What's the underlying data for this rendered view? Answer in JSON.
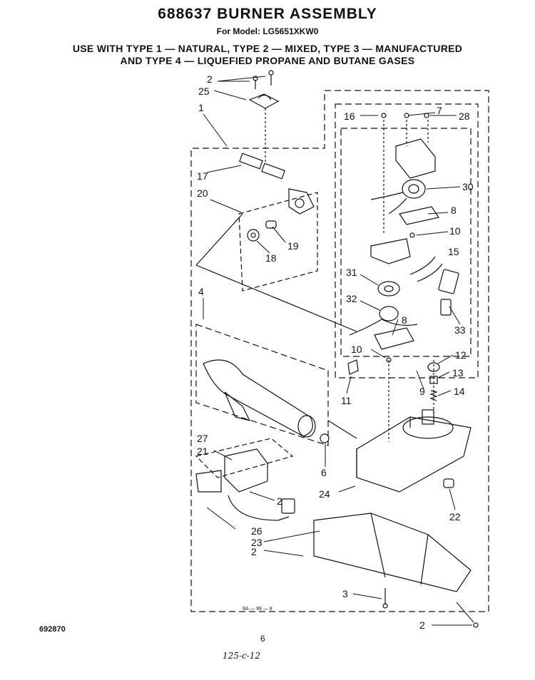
{
  "header": {
    "title": "688637 BURNER ASSEMBLY",
    "model": "For Model: LG5651XKW0",
    "line1": "USE WITH TYPE 1 — NATURAL, TYPE 2 — MIXED, TYPE 3 — MANUFACTURED",
    "line2": "AND TYPE 4 — LIQUEFIED PROPANE AND BUTANE GASES"
  },
  "footer": {
    "code": "692870",
    "page": "6",
    "handwritten": "125-c-12",
    "drawing_ref": "8A — 99 — 8"
  },
  "callouts": {
    "c2a": "2",
    "c25": "25",
    "c1": "1",
    "c16": "16",
    "c7": "7",
    "c28": "28",
    "c17": "17",
    "c20": "20",
    "c30": "30",
    "c8a": "8",
    "c10a": "10",
    "c19": "19",
    "c18": "18",
    "c15": "15",
    "c31": "31",
    "c4": "4",
    "c32": "32",
    "c8b": "8",
    "c33": "33",
    "c10b": "10",
    "c12": "12",
    "c13": "13",
    "c11": "11",
    "c9": "9",
    "c14": "14",
    "c27": "27",
    "c21": "21",
    "c6": "6",
    "c2b": "2",
    "c24": "24",
    "c22": "22",
    "c26": "26",
    "c23": "23",
    "c2c": "2",
    "c3": "3",
    "c2d": "2"
  }
}
